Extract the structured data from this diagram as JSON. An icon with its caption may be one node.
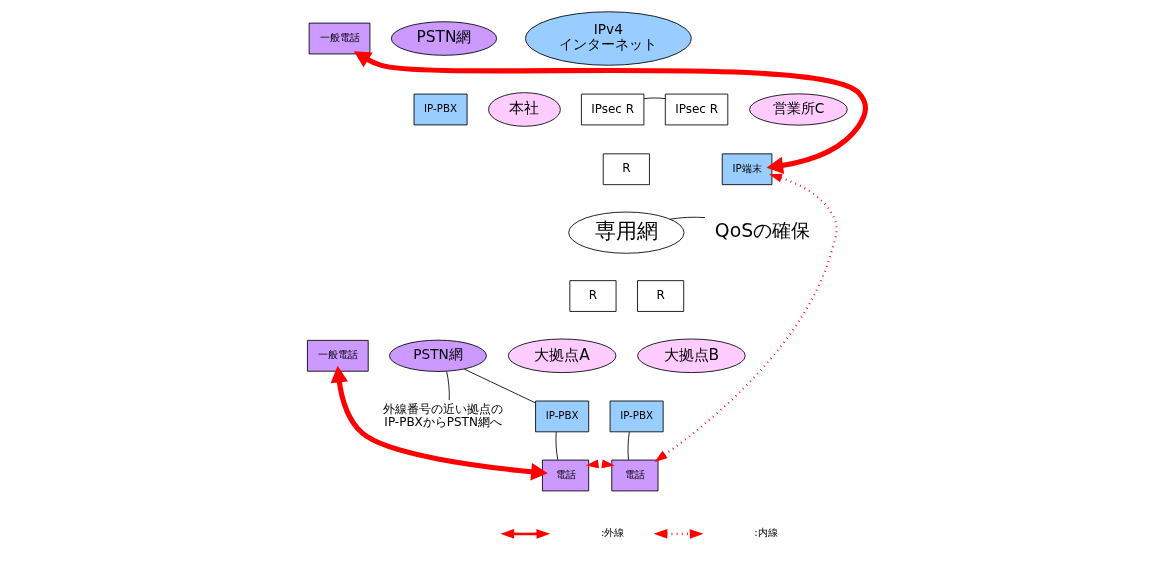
{
  "diagram": {
    "nodes": [
      {
        "text": [
          "PSTN網"
        ]
      },
      {
        "text": [
          "一般電話"
        ]
      },
      {
        "text": [
          "IP-PBX"
        ]
      },
      {
        "text": [
          "IPv4 インターネット"
        ]
      },
      {
        "text": [
          "本社"
        ]
      },
      {
        "text": [
          "IPsec R"
        ]
      },
      {
        "text": [
          "IPsec R"
        ]
      },
      {
        "text": [
          "営業所C"
        ]
      },
      {
        "text": [
          "IP端末"
        ]
      },
      {
        "text": [
          "R"
        ]
      },
      {
        "text": [
          "専用網"
        ]
      },
      {
        "text": [
          "R"
        ]
      },
      {
        "text": [
          "R"
        ]
      },
      {
        "text": [
          "大拠点A"
        ]
      },
      {
        "text": [
          "大拠点B"
        ]
      },
      {
        "text": [
          "一般電話"
        ]
      },
      {
        "text": [
          "PSTN網"
        ]
      },
      {
        "text": [
          "IP-PBX"
        ]
      },
      {
        "text": [
          "IP-PBX"
        ]
      },
      {
        "text": [
          "電話"
        ]
      },
      {
        "text": [
          "電話"
        ]
      },
      {
        "text": [
          "QoSの確保"
        ]
      },
      {
        "text": [
          "外線番号の近い拠点の IP-PBXからPSTN網へ"
        ]
      }
    ],
    "edges": [
      {
        "from": 8,
        "to": 1,
        "arrow": "both",
        "style": "thick",
        "color": "#ff0000"
      },
      {
        "from": 19,
        "to": 15,
        "arrow": "both",
        "style": "thick",
        "color": "#ff0000"
      },
      {
        "from": 19,
        "to": 20,
        "arrow": "both",
        "style": "dashed",
        "color": "#ff0000"
      },
      {
        "from": 20,
        "to": 8,
        "arrow": "both",
        "style": "dashed",
        "color": "#ff0000"
      },
      {
        "from": 5,
        "to": 6,
        "arrow": "none"
      },
      {
        "from": 16,
        "to": 17,
        "arrow": "none"
      },
      {
        "from": 17,
        "to": 19,
        "arrow": "none"
      },
      {
        "from": 18,
        "to": 20,
        "arrow": "none"
      },
      {
        "from": 21,
        "to": 10,
        "arrow": "none"
      },
      {
        "from": 22,
        "to": 16,
        "arrow": "none"
      }
    ],
    "legend": [
      {
        "text": ":外線"
      },
      {
        "text": ":内線"
      }
    ]
  }
}
